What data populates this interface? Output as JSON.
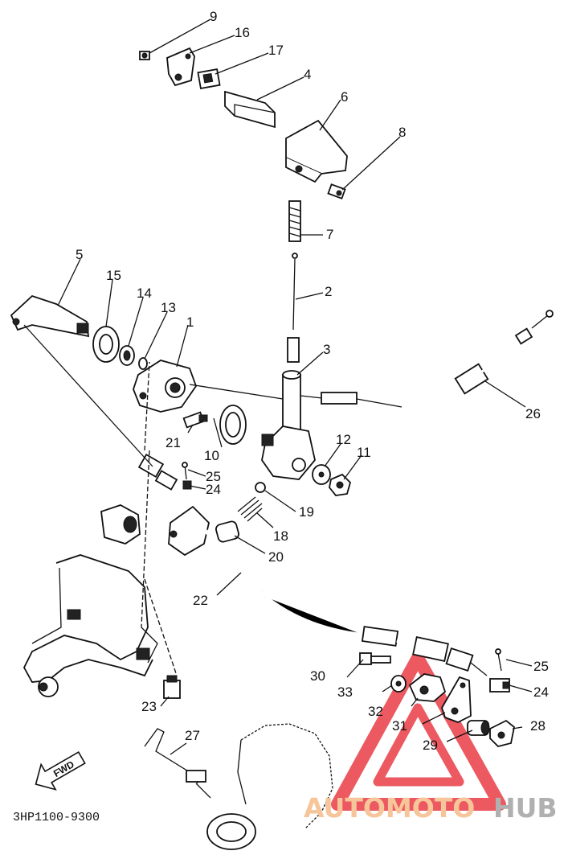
{
  "diagram": {
    "drawing_code": "3HP1100-9300",
    "direction_label": "FWD",
    "callouts": [
      "1",
      "2",
      "3",
      "4",
      "5",
      "6",
      "7",
      "8",
      "9",
      "10",
      "11",
      "12",
      "13",
      "14",
      "15",
      "16",
      "17",
      "18",
      "19",
      "20",
      "21",
      "22",
      "23",
      "24",
      "25",
      "26",
      "27",
      "28",
      "29",
      "30",
      "31",
      "32",
      "33"
    ]
  },
  "watermark": {
    "part1": "AUTOMOTO",
    "part2": "HUB",
    "color1": "#f6c59a",
    "color2": "#b0b0b0",
    "triangle_color": "#e8303a"
  }
}
